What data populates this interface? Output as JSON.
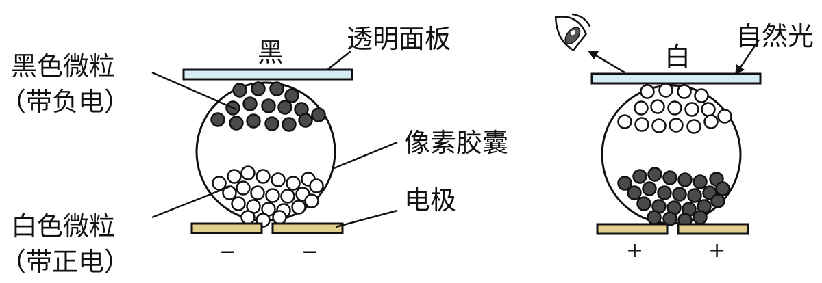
{
  "left": {
    "state_label": "黑",
    "panel_label": "透明面板",
    "black_particle_label": "黑色微粒",
    "black_particle_charge": "（带负电）",
    "capsule_label": "像素胶囊",
    "electrode_label": "电极",
    "white_particle_label": "白色微粒",
    "white_particle_charge": "（带正电）",
    "electrode_sign_left": "−",
    "electrode_sign_right": "−"
  },
  "right": {
    "state_label": "白",
    "light_label": "自然光",
    "electrode_sign_left": "+",
    "electrode_sign_right": "+"
  },
  "colors": {
    "panel_fill": "#d6ecf5",
    "electrode_fill": "#e4d08e",
    "black_particle": "#4a4a4a",
    "white_particle": "#ffffff",
    "stroke": "#111111"
  },
  "icons": {
    "viewer": "eye-icon"
  }
}
